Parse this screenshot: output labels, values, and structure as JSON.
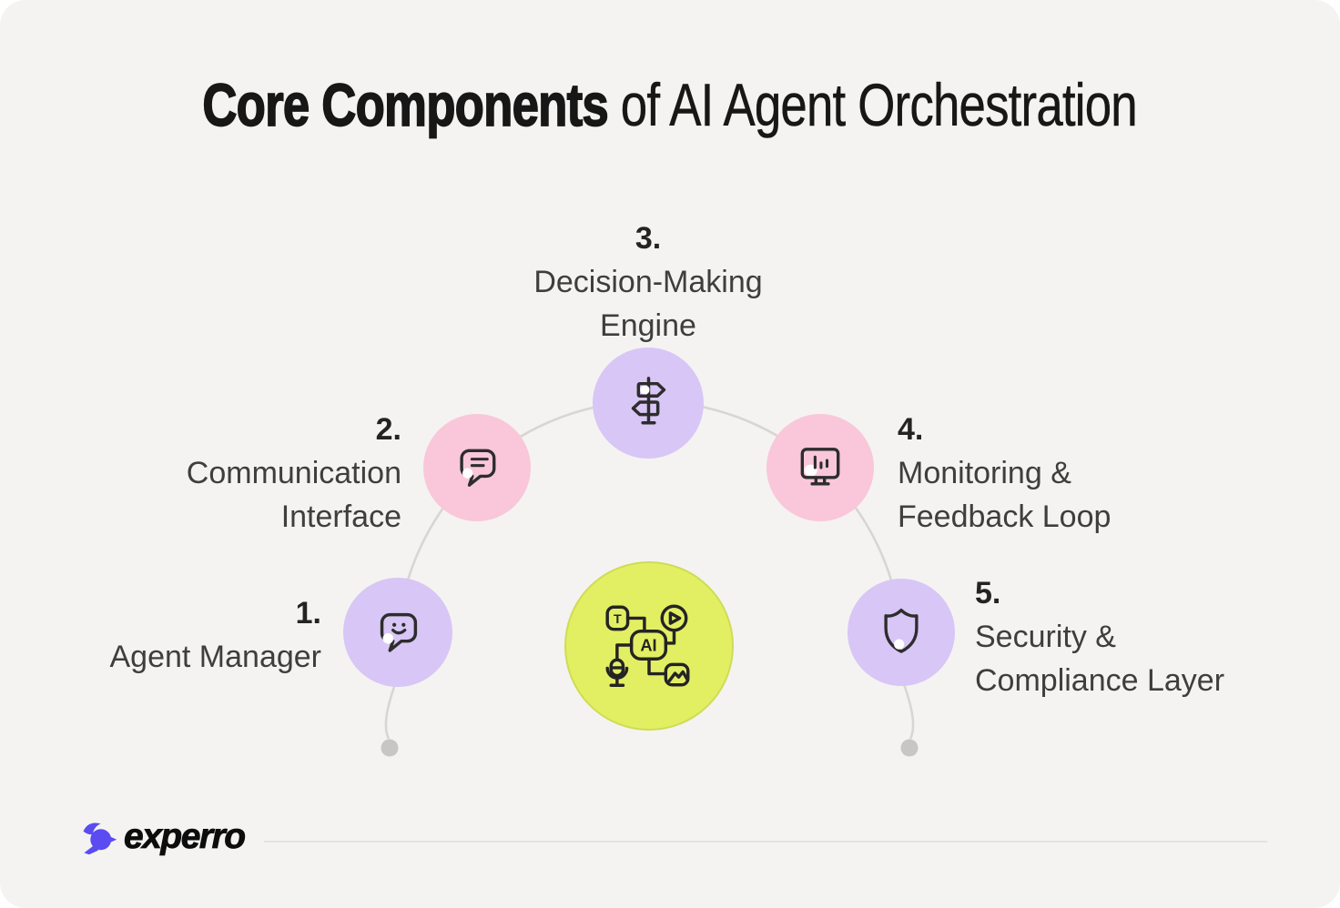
{
  "title": {
    "emphasis": "Core Components",
    "rest": " of AI Agent Orchestration"
  },
  "components": [
    {
      "number": "1.",
      "line1": "Agent Manager",
      "line2": "",
      "icon": "chat-smile-icon",
      "circle_color": "purple"
    },
    {
      "number": "2.",
      "line1": "Communication",
      "line2": "Interface",
      "icon": "chat-message-icon",
      "circle_color": "pink"
    },
    {
      "number": "3.",
      "line1": "Decision-Making",
      "line2": "Engine",
      "icon": "signpost-icon",
      "circle_color": "purple"
    },
    {
      "number": "4.",
      "line1": "Monitoring &",
      "line2": "Feedback Loop",
      "icon": "monitor-analytics-icon",
      "circle_color": "pink"
    },
    {
      "number": "5.",
      "line1": "Security &",
      "line2": "Compliance Layer",
      "icon": "shield-icon",
      "circle_color": "purple"
    }
  ],
  "center_hub": {
    "ai_label": "AI",
    "text_label": "T",
    "icon": "ai-multimodal-icon"
  },
  "footer": {
    "brand": "experro"
  },
  "colors": {
    "background": "#f4f3f1",
    "purple": "#d8c6f6",
    "pink": "#f9c7d9",
    "yellow": "#e3ef63",
    "line": "#d8d6d3",
    "dot": "#c8c6c3",
    "icon-stroke": "#2d2d2d",
    "title": "#171717",
    "brand-blue": "#5a4cf0"
  }
}
